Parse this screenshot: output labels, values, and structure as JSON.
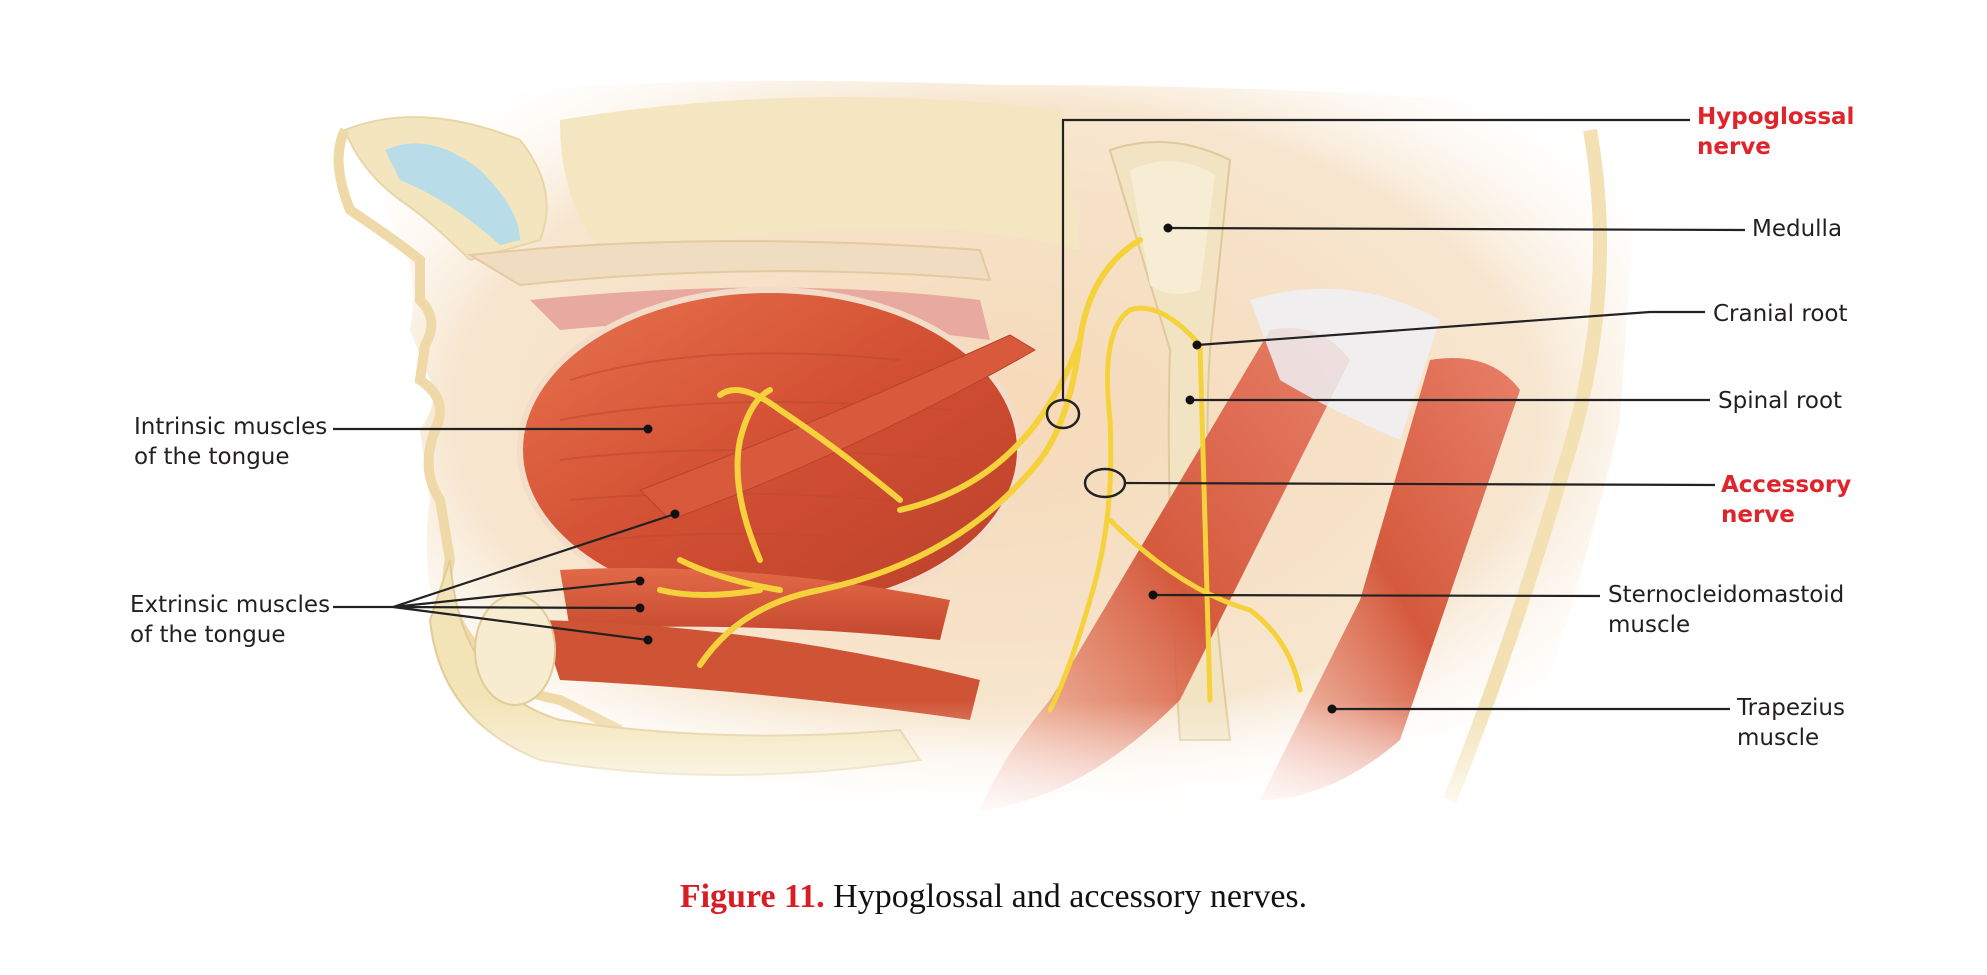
{
  "labels": {
    "hypoglossal": {
      "line1": "Hypoglossal",
      "line2": "nerve"
    },
    "medulla": {
      "line1": "Medulla"
    },
    "cranial_root": {
      "line1": "Cranial root"
    },
    "spinal_root": {
      "line1": "Spinal root"
    },
    "accessory": {
      "line1": "Accessory",
      "line2": "nerve"
    },
    "scm": {
      "line1": "Sternocleidomastoid",
      "line2": "muscle"
    },
    "trapezius": {
      "line1": "Trapezius",
      "line2": "muscle"
    },
    "intrinsic": {
      "line1": "Intrinsic muscles",
      "line2": "of the tongue"
    },
    "extrinsic": {
      "line1": "Extrinsic muscles",
      "line2": "of the tongue"
    }
  },
  "caption": {
    "figure_number": "Figure 11.",
    "text": "Hypoglossal and accessory nerves."
  },
  "colors": {
    "highlight_label": "#e0242b",
    "nerve": "#f5d23c",
    "muscle": "#d9573a",
    "bone": "#f3e6bf"
  }
}
